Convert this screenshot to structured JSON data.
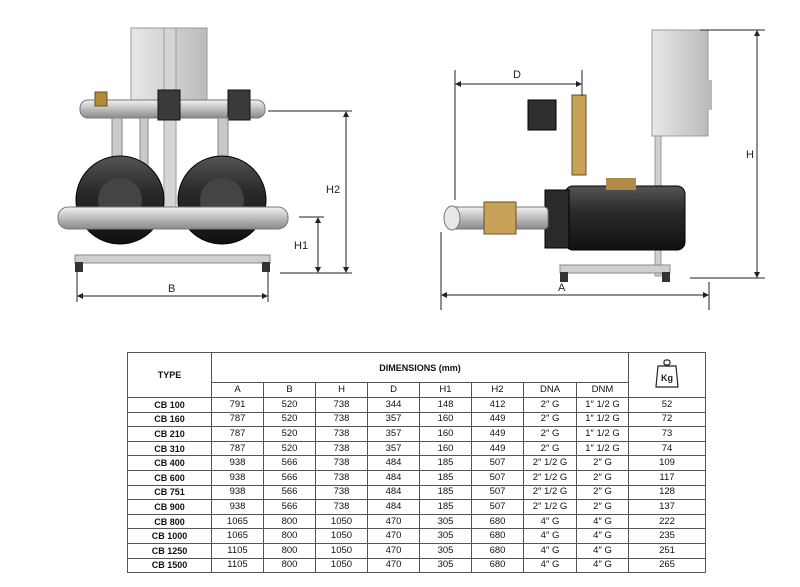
{
  "drawing": {
    "labels": {
      "b": "B",
      "h1": "H1",
      "h2": "H2",
      "d": "D",
      "h": "H",
      "a": "A"
    }
  },
  "table": {
    "type_header": "TYPE",
    "dimensions_header": "DIMENSIONS (mm)",
    "weight_icon_label": "Kg",
    "columns": [
      "A",
      "B",
      "H",
      "D",
      "H1",
      "H2",
      "DNA",
      "DNM"
    ],
    "rows": [
      [
        "CB 100",
        "791",
        "520",
        "738",
        "344",
        "148",
        "412",
        "2″ G",
        "1″ 1/2 G",
        "52"
      ],
      [
        "CB 160",
        "787",
        "520",
        "738",
        "357",
        "160",
        "449",
        "2″ G",
        "1″ 1/2 G",
        "72"
      ],
      [
        "CB 210",
        "787",
        "520",
        "738",
        "357",
        "160",
        "449",
        "2″ G",
        "1″ 1/2 G",
        "73"
      ],
      [
        "CB 310",
        "787",
        "520",
        "738",
        "357",
        "160",
        "449",
        "2″ G",
        "1″ 1/2 G",
        "74"
      ],
      [
        "CB 400",
        "938",
        "566",
        "738",
        "484",
        "185",
        "507",
        "2″ 1/2 G",
        "2″ G",
        "109"
      ],
      [
        "CB 600",
        "938",
        "566",
        "738",
        "484",
        "185",
        "507",
        "2″ 1/2 G",
        "2″ G",
        "117"
      ],
      [
        "CB 751",
        "938",
        "566",
        "738",
        "484",
        "185",
        "507",
        "2″ 1/2 G",
        "2″ G",
        "128"
      ],
      [
        "CB 900",
        "938",
        "566",
        "738",
        "484",
        "185",
        "507",
        "2″ 1/2 G",
        "2″ G",
        "137"
      ],
      [
        "CB 800",
        "1065",
        "800",
        "1050",
        "470",
        "305",
        "680",
        "4″ G",
        "4″ G",
        "222"
      ],
      [
        "CB 1000",
        "1065",
        "800",
        "1050",
        "470",
        "305",
        "680",
        "4″ G",
        "4″ G",
        "235"
      ],
      [
        "CB 1250",
        "1105",
        "800",
        "1050",
        "470",
        "305",
        "680",
        "4″ G",
        "4″ G",
        "251"
      ],
      [
        "CB 1500",
        "1105",
        "800",
        "1050",
        "470",
        "305",
        "680",
        "4″ G",
        "4″ G",
        "265"
      ]
    ]
  }
}
